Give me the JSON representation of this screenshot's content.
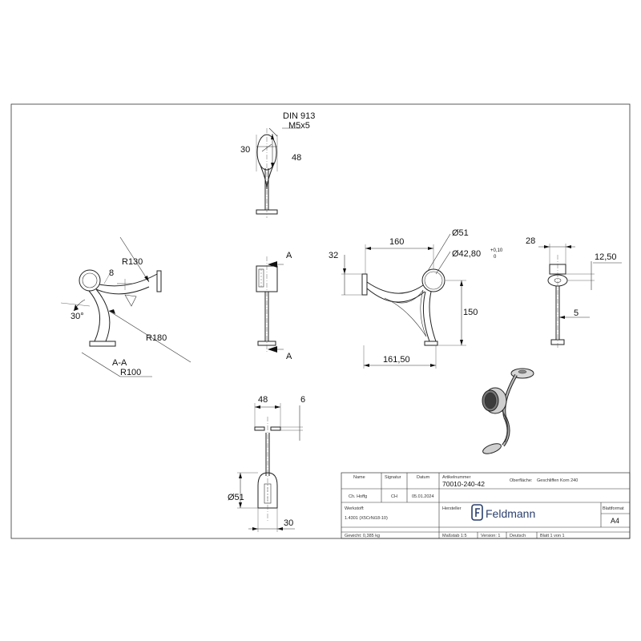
{
  "labels": {
    "din": "DIN 913",
    "screw": "M5x5",
    "section_mark": "A",
    "section_name": "A-A"
  },
  "dims": {
    "top_view_30": "30",
    "top_view_48": "48",
    "section_r130": "R130",
    "section_8": "8",
    "section_30deg": "30°",
    "section_r180": "R180",
    "section_r100": "R100",
    "side_32": "32",
    "side_160": "160",
    "side_d51": "Ø51",
    "side_d42": "Ø42,80",
    "side_tol_plus": "+0,10",
    "side_tol_minus": "0",
    "side_150": "150",
    "side_161": "161,50",
    "end_28": "28",
    "end_12": "12,50",
    "end_5": "5",
    "bottom_48": "48",
    "bottom_6": "6",
    "bottom_d51": "Ø51",
    "bottom_30": "30"
  },
  "title_block": {
    "name_label": "Name",
    "signature_label": "Signatur",
    "date_label": "Datum",
    "name_value": "Ch. Hoffg",
    "signature_value": "CH",
    "date_value": "05.01.2024",
    "article_label": "Artikelnummer",
    "article_value": "70010-240-42",
    "surface_label": "Oberfläche:",
    "surface_value": "Geschliffen Korn 240",
    "material_label": "Werkstoff:",
    "material_value": "1.4301 (X5CrNi18-10)",
    "manufacturer_label": "Hersteller",
    "logo_text": "Feldmann",
    "format_label": "Blattformat",
    "format_value": "A4",
    "weight": "Gewicht: 0,385 kg",
    "scale": "Maßstab 1:5",
    "version": "Version: 1",
    "language": "Deutsch",
    "sheet": "Blatt 1 von 1"
  }
}
